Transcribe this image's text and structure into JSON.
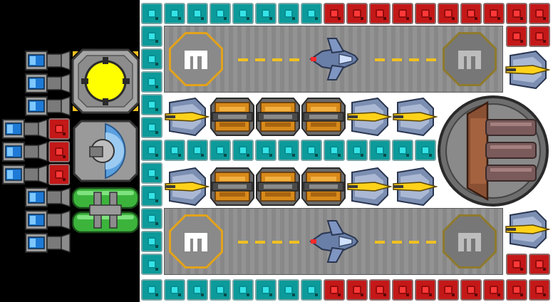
{
  "colors": {
    "cyan_block": "#0c9a9a",
    "red_block": "#c41818",
    "pad": "#8f8f8f",
    "hazard_yellow": "#f0c020",
    "gold_ring": "#e3a31a",
    "reactor_yellow": "#ffff00",
    "shield_blue": "#5aa0e0",
    "tank_green": "#3cb43c",
    "turret_copper": "#8a5034"
  },
  "icons": {
    "block": "armor-block-icon",
    "thruster": "thruster-icon",
    "weapon": "yellow-beam-weapon-icon",
    "engine": "orange-engine-icon",
    "reactor": "reactor-core-icon",
    "shield": "shield-generator-icon",
    "tank": "fuel-tank-icon",
    "turret": "cannon-turret-icon",
    "drone": "drone-fighter-icon",
    "landing": "landing-pad-icon"
  },
  "hangars": [
    {
      "name": "upper-hangar",
      "drone": "drone-fighter"
    },
    {
      "name": "lower-hangar",
      "drone": "drone-fighter"
    }
  ],
  "turret": {
    "barrels": 3
  }
}
